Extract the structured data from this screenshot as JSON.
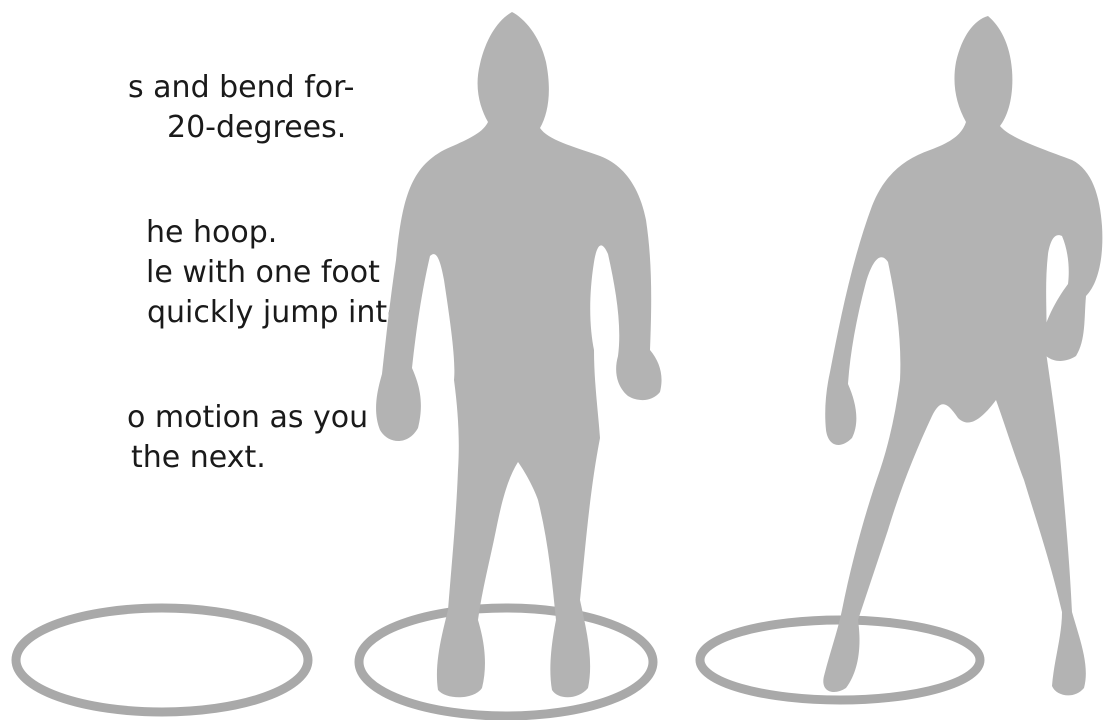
{
  "instructions": {
    "lines": [
      "s and bend for-",
      "20-degrees.",
      "he hoop.",
      "le with one foot",
      "quickly jump into",
      "o motion as you",
      "the next."
    ]
  },
  "illustration": {
    "hoops": [
      "hoop",
      "hoop",
      "hoop"
    ],
    "figures": [
      "athlete-standing",
      "athlete-stepping"
    ],
    "colors": {
      "figure": "#b3b3b3",
      "hoop": "#a9a9a9",
      "text": "#1a1a1a"
    }
  }
}
